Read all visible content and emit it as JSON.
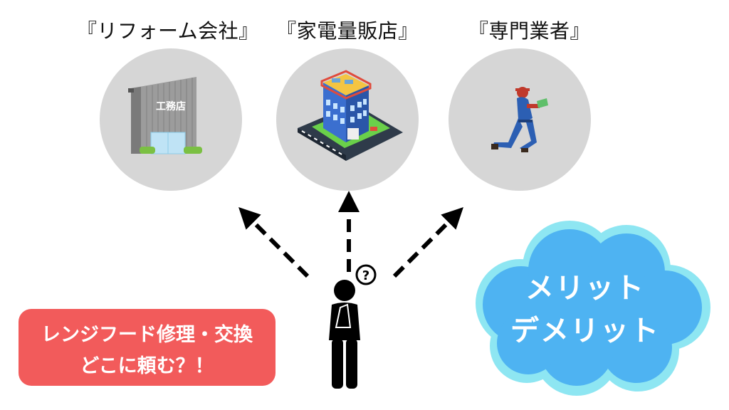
{
  "options": [
    {
      "label": "『リフォーム会社』",
      "building_sign": "工務店"
    },
    {
      "label": "『家電量販店』"
    },
    {
      "label": "『専門業者』"
    }
  ],
  "question_box": {
    "line1": "レンジフード修理・交換",
    "line2": "どこに頼む？！"
  },
  "cloud": {
    "line1": "メリット",
    "line2": "デメリット"
  },
  "question_mark": "?",
  "colors": {
    "circle": "#d6d6d6",
    "question_box": "#f25b5b",
    "cloud_fill": "#4eb3f2",
    "cloud_outline": "#8ee6f2"
  }
}
